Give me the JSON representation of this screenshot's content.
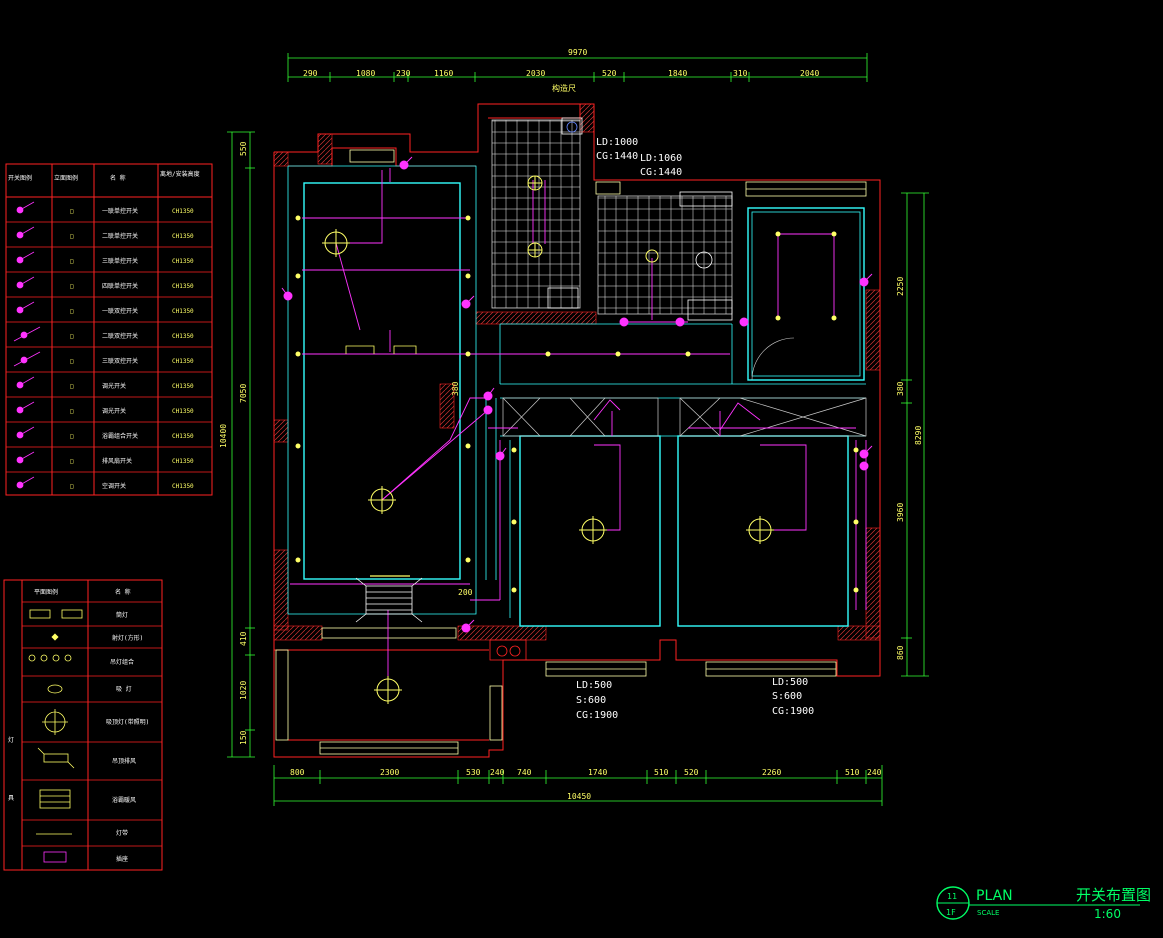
{
  "dimensions": {
    "top_total": "9970",
    "top_segments": [
      "290",
      "1080",
      "230",
      "1160",
      "2030",
      "520",
      "1840",
      "310",
      "2040"
    ],
    "bottom_segments": [
      "800",
      "2300",
      "530",
      "240",
      "740",
      "1740",
      "510",
      "520",
      "2260",
      "510",
      "240"
    ],
    "bottom_total": "10450",
    "left_outer": "10400",
    "left_segments": [
      "550",
      "7050",
      "410",
      "1020",
      "150"
    ],
    "right_outer": "8290",
    "right_segments": [
      "2250",
      "380",
      "3960",
      "860"
    ],
    "dim_label_small": "200",
    "dim_label_mid": "380",
    "top_mid_note": "构造尺"
  },
  "annotations": {
    "kitchen_ld": "LD:1000",
    "kitchen_cg": "CG:1440",
    "bath_ld": "LD:1060",
    "bath_cg": "CG:1440",
    "bed1_ld": "LD:500",
    "bed1_s": "S:600",
    "bed1_cg": "CG:1900",
    "bed2_ld": "LD:500",
    "bed2_s": "S:600",
    "bed2_cg": "CG:1900"
  },
  "legend_switch": {
    "headers": [
      "开关图例",
      "立面图例",
      "名 称",
      "离地/安装高度"
    ],
    "rows": [
      {
        "code": "□",
        "name": "一联单控开关",
        "height": "CH1350"
      },
      {
        "code": "□",
        "name": "二联单控开关",
        "height": "CH1350"
      },
      {
        "code": "□",
        "name": "三联单控开关",
        "height": "CH1350"
      },
      {
        "code": "□",
        "name": "四联单控开关",
        "height": "CH1350"
      },
      {
        "code": "□",
        "name": "一联双控开关",
        "height": "CH1350"
      },
      {
        "code": "□",
        "name": "二联双控开关",
        "height": "CH1350"
      },
      {
        "code": "□",
        "name": "三联双控开关",
        "height": "CH1350"
      },
      {
        "code": "□",
        "name": "调光开关",
        "height": "CH1350"
      },
      {
        "code": "□",
        "name": "调光开关",
        "height": "CH1350"
      },
      {
        "code": "□",
        "name": "浴霸组合开关",
        "height": "CH1350"
      },
      {
        "code": "□",
        "name": "排风扇开关",
        "height": "CH1350"
      },
      {
        "code": "□",
        "name": "空调开关",
        "height": "CH1350"
      }
    ]
  },
  "legend_light": {
    "headers": [
      "平面图例",
      "名 称"
    ],
    "rows": [
      "筒灯",
      "射灯(方形)",
      "吊灯组合",
      "吸 灯",
      "吸顶灯(带照明)",
      "吊顶排风",
      "浴霸暖风",
      "灯带",
      "插座"
    ],
    "side_labels": [
      "灯",
      "具"
    ]
  },
  "title_block": {
    "sheet_no": "11",
    "floor": "1F",
    "plan_label": "PLAN",
    "scale_label": "SCALE",
    "title": "开关布置图",
    "scale": "1:60"
  }
}
